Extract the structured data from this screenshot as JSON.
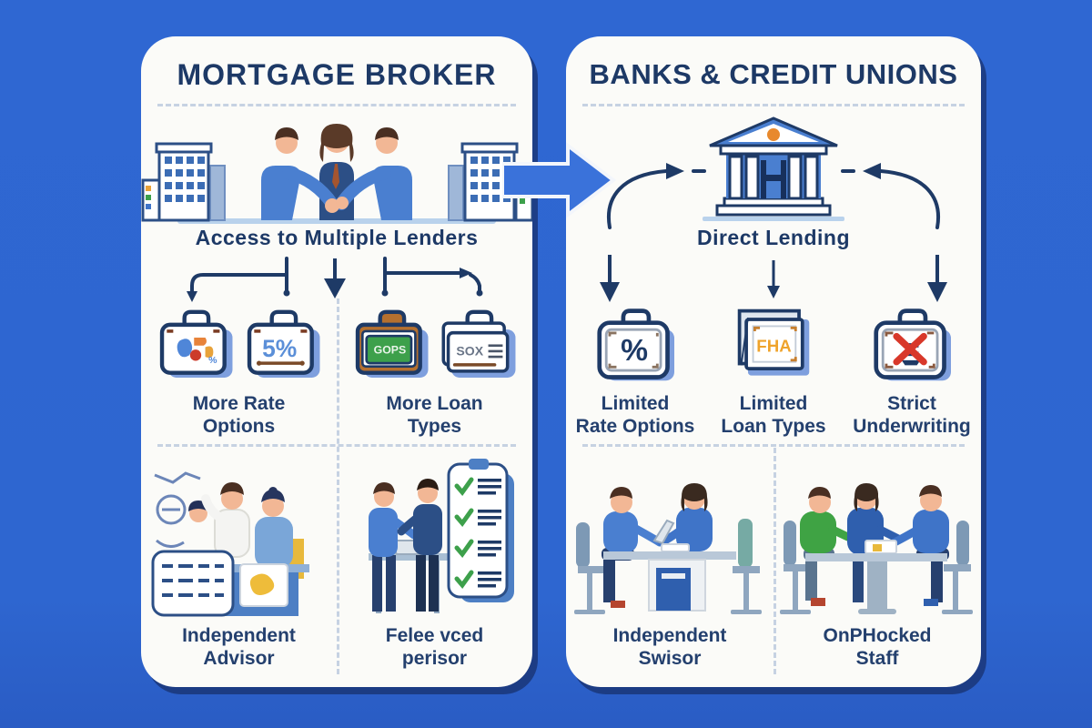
{
  "colors": {
    "background": "#2e66d0",
    "panel": "#fbfbf8",
    "navy": "#1e3a66",
    "arrow_blue": "#3a72da",
    "green": "#3da04b",
    "orange": "#e8922d",
    "red": "#d8382a"
  },
  "left": {
    "title": "MORTGAGE BROKER",
    "subtitle": "Access to Multiple Lenders",
    "features": [
      {
        "line1": "More Rate",
        "line2": "Options"
      },
      {
        "line1": "More Loan",
        "line2": "Types"
      }
    ],
    "icon_text": {
      "pct": "5%",
      "card": "GOPS",
      "doc": "SOX"
    },
    "bottom_labels": [
      {
        "line1": "Independent",
        "line2": "Advisor"
      },
      {
        "line1": "Felee vced",
        "line2": "perisor"
      }
    ]
  },
  "right": {
    "title": "BANKS & CREDIT UNIONS",
    "subtitle": "Direct Lending",
    "features": [
      {
        "line1": "Limited",
        "line2": "Rate Options"
      },
      {
        "line1": "Limited",
        "line2": "Loan Types"
      },
      {
        "line1": "Strict",
        "line2": "Underwriting"
      }
    ],
    "icon_text": {
      "pct": "%",
      "fha": "FHA"
    },
    "bottom_labels": [
      {
        "line1": "Independent",
        "line2": "Swisor"
      },
      {
        "line1": "OnPHocked",
        "line2": "Staff"
      }
    ]
  }
}
